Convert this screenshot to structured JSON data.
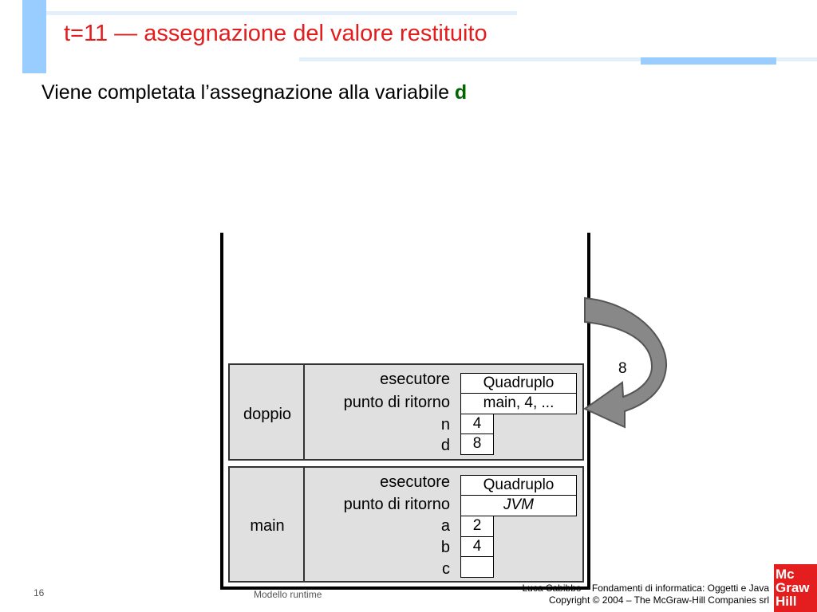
{
  "slide": {
    "title": "t=11 — assegnazione del valore restituito",
    "subtitle_text": "Viene completata l’assegnazione alla variabile ",
    "subtitle_var": "d",
    "return_value": "8"
  },
  "frames": {
    "doppio": {
      "name": "doppio",
      "labels": [
        "esecutore",
        "punto di ritorno",
        "n",
        "d"
      ],
      "esecutore": "Quadruplo",
      "punto_di_ritorno": "main, 4, ...",
      "n": "4",
      "d": "8"
    },
    "main": {
      "name": "main",
      "labels": [
        "esecutore",
        "punto di ritorno",
        "a",
        "b",
        "c"
      ],
      "esecutore": "Quadruplo",
      "punto_di_ritorno": "JVM",
      "a": "2",
      "b": "4",
      "c": ""
    }
  },
  "footer": {
    "page_number": "16",
    "section": "Modello runtime",
    "credit_line1": "Luca Cabibbo – Fondamenti di informatica: Oggetti e Java",
    "credit_line2": "Copyright © 2004 – The McGraw-Hill Companies srl",
    "logo_text": [
      "Mc",
      "Graw",
      "Hill"
    ]
  },
  "colors": {
    "title": "#e31c1c",
    "variable": "#006600",
    "accent_bar": "#99ccff",
    "frame_fill": "#e0e0e0",
    "logo": "#e41e1e"
  }
}
